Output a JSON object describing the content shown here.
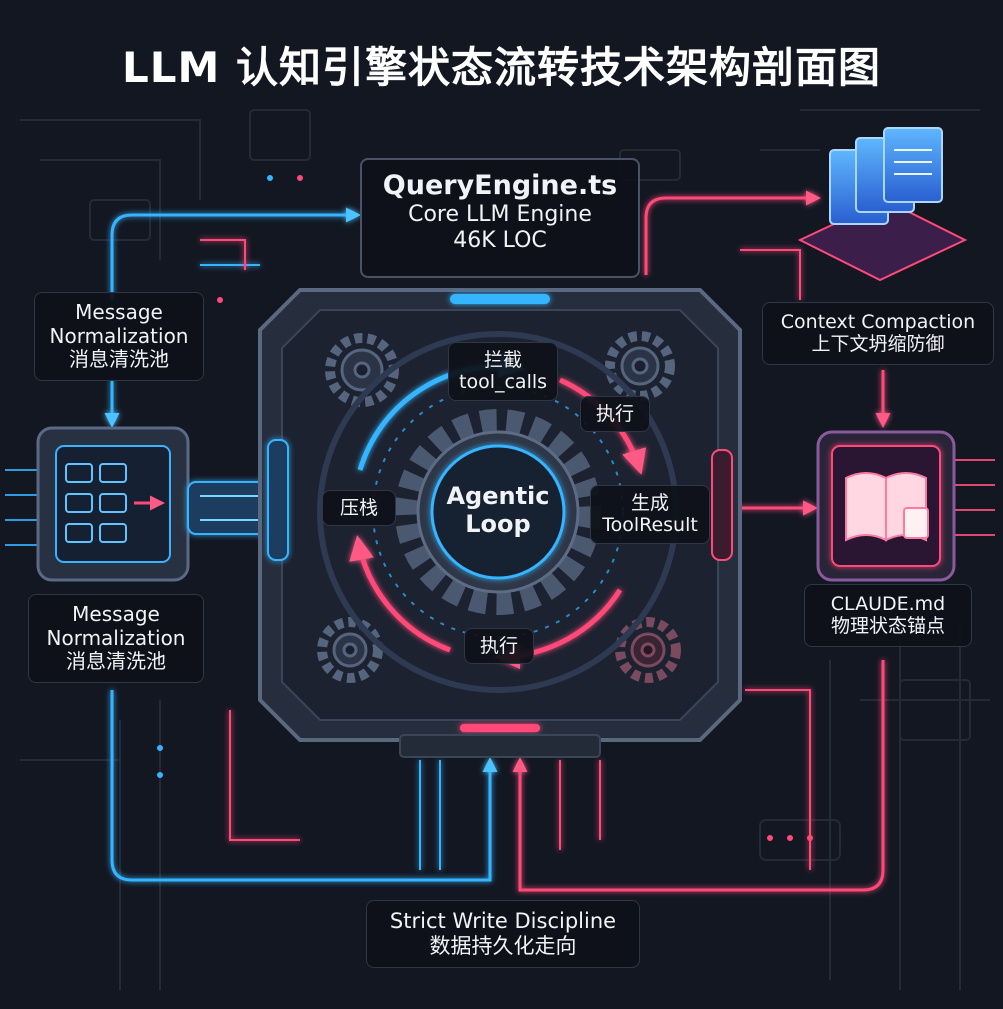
{
  "title": "LLM 认知引擎状态流转技术架构剖面图",
  "engine": {
    "line1": "QueryEngine.ts",
    "line2": "Core LLM Engine",
    "line3": "46K LOC"
  },
  "hub": {
    "line1": "Agentic",
    "line2": "Loop"
  },
  "loop_steps": {
    "intercept_1": "拦截",
    "intercept_2": "tool_calls",
    "execute_top": "执行",
    "generate_1": "生成",
    "generate_2": "ToolResult",
    "execute_bottom": "执行",
    "push_stack": "压栈"
  },
  "left_top": {
    "line1": "Message",
    "line2": "Normalization",
    "line3": "消息清洗池"
  },
  "left_bottom": {
    "line1": "Message",
    "line2": "Normalization",
    "line3": "消息清洗池"
  },
  "right_top": {
    "line1": "Context Compaction",
    "line2": "上下文坍缩防御"
  },
  "right_bottom": {
    "line1": "CLAUDE.md",
    "line2": "物理状态锚点"
  },
  "bottom": {
    "line1": "Strict Write Discipline",
    "line2": "数据持久化走向"
  },
  "colors": {
    "cyan": "#36b4ff",
    "pink": "#ff4a78",
    "panel": "#2a3242",
    "background": "#131722"
  },
  "icons": [
    "gear-icon",
    "document-stack-icon",
    "open-book-icon",
    "message-list-icon"
  ]
}
